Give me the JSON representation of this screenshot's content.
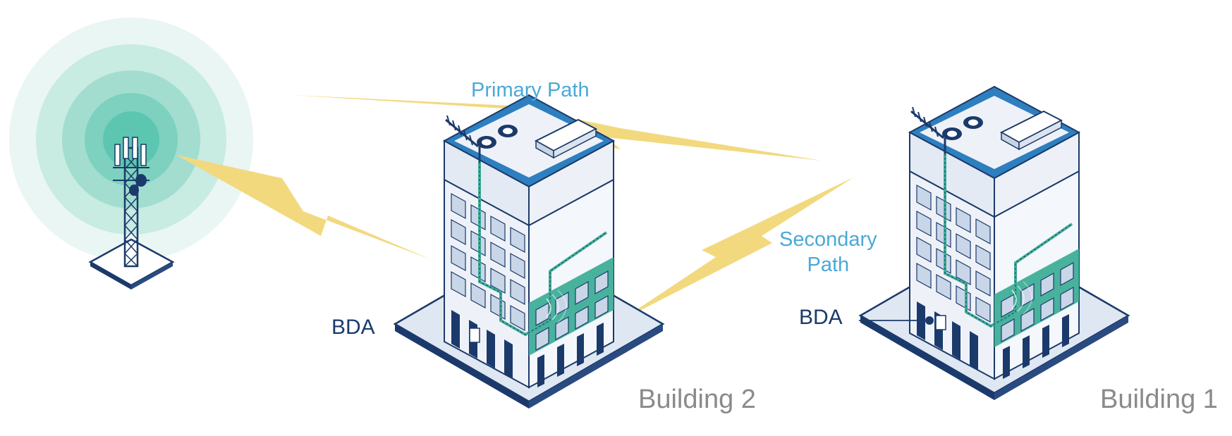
{
  "labels": {
    "primary_path": "Primary Path",
    "secondary_path_line1": "Secondary",
    "secondary_path_line2": "Path",
    "bda_left": "BDA",
    "bda_right": "BDA",
    "building_2": "Building 2",
    "building_1": "Building 1"
  },
  "colors": {
    "signal_bolt": "#f2d97e",
    "coverage_ring_outer": "#e9f6f3",
    "coverage_ring_inner": "#5cc6b0",
    "building_outline": "#1b3a6b",
    "building_face": "#eef2f8",
    "teal_floor": "#3fae98",
    "path_label": "#4aa8d8",
    "bda_label": "#1b3a6b",
    "building_label": "#8a8a8a"
  },
  "icons": {
    "cell_tower": "cell-tower-icon",
    "rooftop_antenna": "yagi-antenna-icon",
    "bda_unit": "bda-unit-icon"
  }
}
